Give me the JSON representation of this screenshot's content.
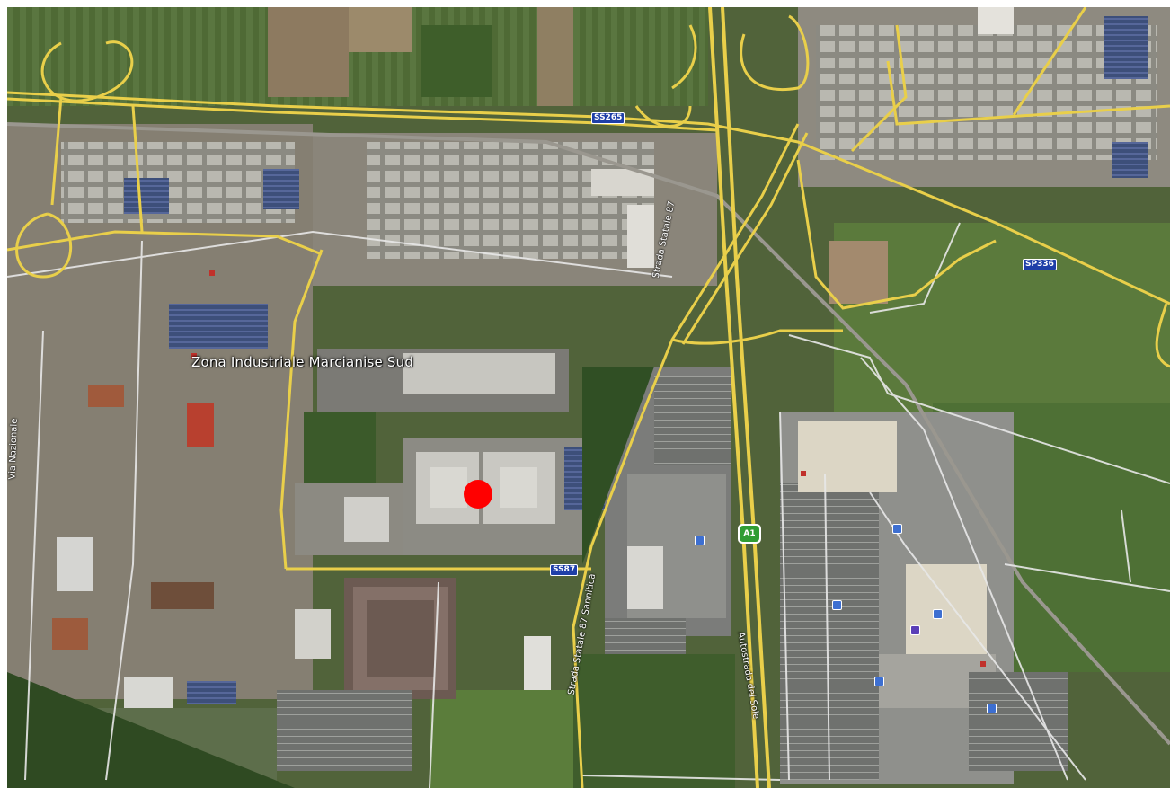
{
  "map": {
    "place_label": "Zona Industriale Marcianise Sud",
    "road_shields": {
      "ss265": "SS265",
      "sp336": "SP336",
      "ss87": "SS87",
      "a1": "A1"
    },
    "street_labels": {
      "autostrada": "Autostrada del Sole",
      "statale_sannitica": "Strada Statale 87 Sannitica",
      "strada_statale_north": "Strada Statale 87",
      "west_road": "Via Nazionale"
    },
    "marker": {
      "name": "selected-location",
      "color": "#ff0000"
    },
    "colors": {
      "road_yellow": "#e9cf4a",
      "road_white": "#e8e8e8",
      "shield_blue": "#1f3fa8",
      "shield_green": "#2f9d33"
    }
  }
}
